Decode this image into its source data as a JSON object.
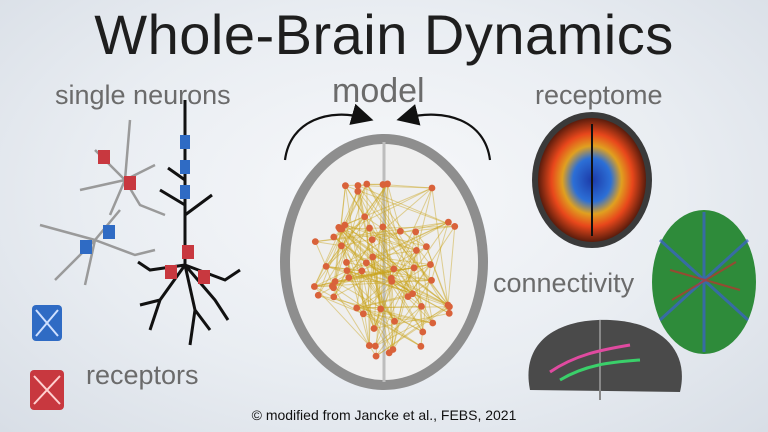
{
  "title": "Whole-Brain Dynamics",
  "labels": {
    "single_neurons": "single neurons",
    "model": "model",
    "receptome": "receptome",
    "connectivity": "connectivity",
    "receptors": "receptors"
  },
  "credit": "© modified from Jancke et al., FEBS, 2021",
  "colors": {
    "node": "#d9623a",
    "edge": "#c9a51c",
    "receptor_blue": "#2f6bc4",
    "receptor_red": "#c8383f",
    "neuron": "#111111"
  }
}
